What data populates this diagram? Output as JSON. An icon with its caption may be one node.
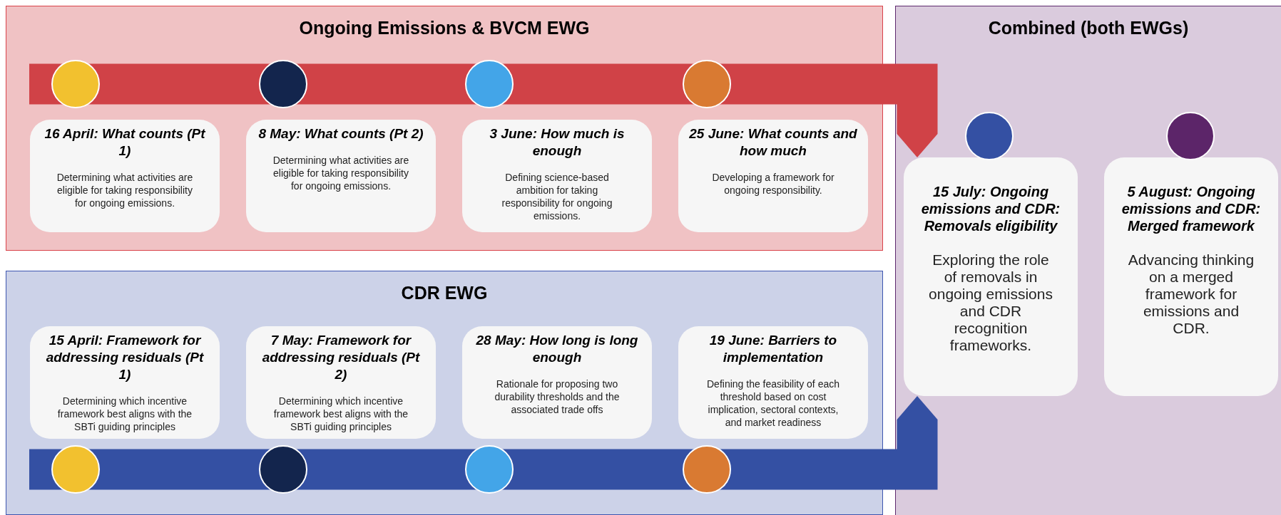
{
  "diagram": {
    "nodes": [
      {
        "text": [
          "Ongoing Emissions & BVCM EWG"
        ]
      },
      {
        "text": [
          "16 April: What counts (Pt 1)",
          "Determining what activities are eligible for taking responsibility for ongoing emissions."
        ],
        "in": 0
      },
      {
        "text": [
          "8 May: What counts (Pt 2)",
          "Determining what activities are eligible for taking responsibility for ongoing emissions."
        ],
        "in": 0
      },
      {
        "text": [
          "3 June: How much is enough",
          "Defining science-based ambition for taking responsibility for ongoing emissions."
        ],
        "in": 0
      },
      {
        "text": [
          "25 June: What counts and how much",
          "Developing a framework for ongoing responsibility."
        ],
        "in": 0
      },
      {
        "text": [
          "Combined (both EWGs)"
        ]
      },
      {
        "text": [
          "15 July: Ongoing emissions and CDR: Removals eligibility",
          "Exploring the role of removals in ongoing emissions and CDR recognition frameworks."
        ],
        "in": 5
      },
      {
        "text": [
          "5 August: Ongoing emissions and CDR: Merged framework",
          "Advancing thinking on a merged framework for emissions and CDR."
        ],
        "in": 5
      },
      {
        "text": [
          "CDR EWG"
        ]
      },
      {
        "text": [
          "15 April: Framework for addressing residuals (Pt 1)",
          "Determining which incentive framework best aligns with the SBTi guiding principles"
        ],
        "in": 8
      },
      {
        "text": [
          "7 May: Framework for addressing residuals (Pt 2)",
          "Determining which incentive framework best aligns with the SBTi guiding principles"
        ],
        "in": 8
      },
      {
        "text": [
          "28 May: How long is long enough",
          "Rationale for proposing two durability thresholds and the associated trade offs"
        ],
        "in": 8
      },
      {
        "text": [
          "19 June: Barriers to implementation",
          "Defining the feasibility of each threshold based on cost implication, sectoral contexts, and market readiness"
        ],
        "in": 8
      }
    ],
    "edges": [
      {
        "from": null,
        "to": 6,
        "arrow": "to",
        "color": "#d04247"
      },
      {
        "from": null,
        "to": 6,
        "arrow": "to",
        "color": "#3450a3"
      }
    ]
  }
}
